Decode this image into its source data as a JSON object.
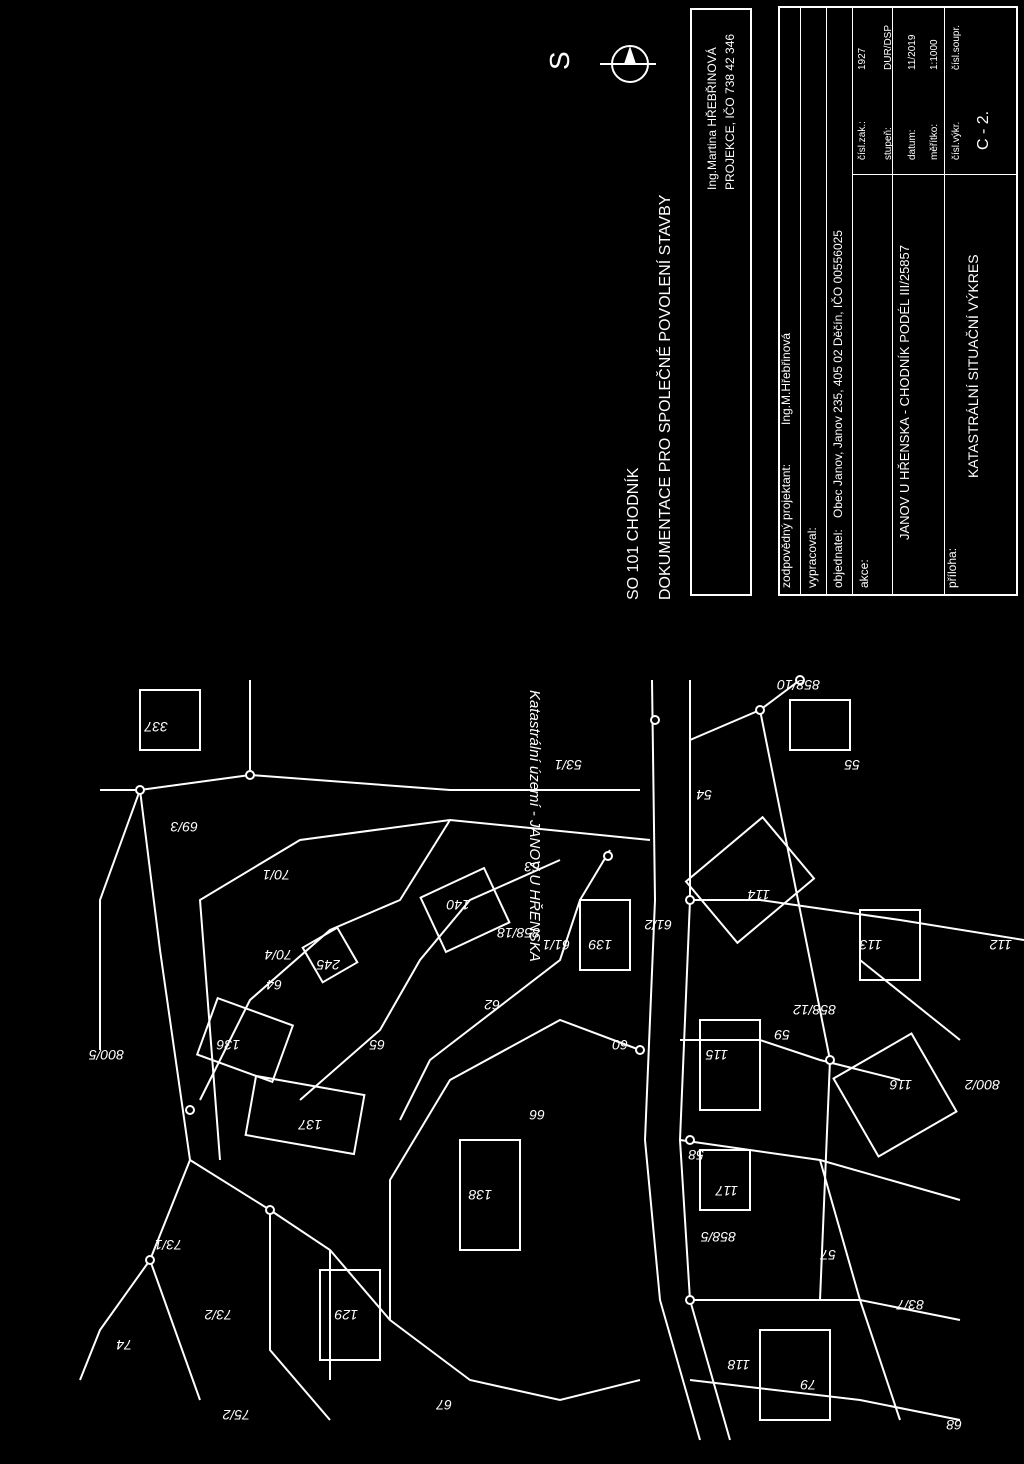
{
  "header": {
    "line1": "SO 101 CHODNÍK",
    "line2": "DOKUMENTACE PRO SPOLEČNÉ POVOLENÍ STAVBY"
  },
  "firm": {
    "name": "Ing.Martina HŘEBŘINOVÁ",
    "id": "PROJEKCE, IČO 738 42 346"
  },
  "north": {
    "label": "S"
  },
  "titleblock": {
    "responsible_label": "zodpovědný projektant:",
    "responsible_value": "Ing.M.Hřebřinová",
    "drawn_label": "vypracoval:",
    "client_label": "objednatel:",
    "client_value": "Obec Janov, Janov 235, 405 02 Děčín, IČO 00556025",
    "action_label": "akce:",
    "action_value": "JANOV U HŘENSKA - CHODNÍK PODÉL III/25857",
    "attachment_label": "příloha:",
    "attachment_value": "KATASTRÁLNÍ SITUAČNÍ VÝKRES",
    "meta": [
      {
        "label": "čísl.zak.:",
        "value": "1927"
      },
      {
        "label": "stupeň:",
        "value": "DUR/DSP"
      },
      {
        "label": "datum:",
        "value": "11/2019"
      },
      {
        "label": "měřítko:",
        "value": "1:1000"
      },
      {
        "label": "čísl.výkr.",
        "value": "čísl.soupr."
      },
      {
        "label": "",
        "value": "C - 2."
      }
    ]
  },
  "map": {
    "cadastre_label": "Katastrální území - JANOV U HŘENSKA",
    "parcels": [
      "337",
      "69/3",
      "70/1",
      "53/1",
      "63",
      "140",
      "858/18",
      "245",
      "70/4",
      "64",
      "61/1",
      "61/2",
      "139",
      "62",
      "136",
      "65",
      "60",
      "137",
      "66",
      "138",
      "73/1",
      "73/2",
      "129",
      "74",
      "75/2",
      "67",
      "858/10",
      "55",
      "54",
      "114",
      "113",
      "112",
      "59",
      "115",
      "858/12",
      "116",
      "800/2",
      "58",
      "117",
      "858/5",
      "57",
      "83/7",
      "118",
      "79",
      "68",
      "800/5"
    ]
  }
}
